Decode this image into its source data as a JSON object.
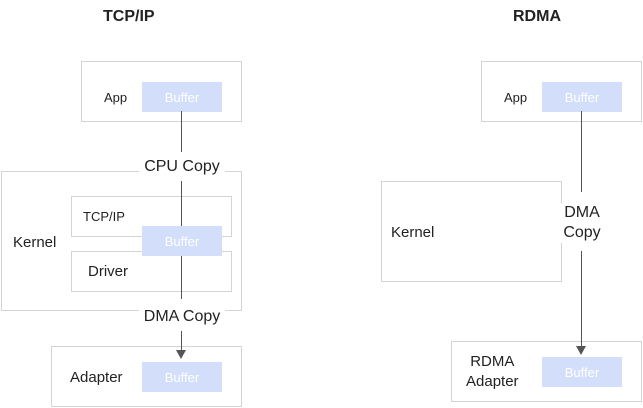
{
  "tcpip": {
    "title": "TCP/IP",
    "app": {
      "label": "App",
      "buffer": "Buffer"
    },
    "cpu_copy": "CPU Copy",
    "kernel": {
      "label": "Kernel",
      "tcpip_layer": "TCP/IP",
      "driver": "Driver",
      "buffer": "Buffer"
    },
    "dma_copy": "DMA Copy",
    "adapter": {
      "label": "Adapter",
      "buffer": "Buffer"
    }
  },
  "rdma": {
    "title": "RDMA",
    "app": {
      "label": "App",
      "buffer": "Buffer"
    },
    "kernel": {
      "label": "Kernel"
    },
    "dma_copy_line1": "DMA",
    "dma_copy_line2": "Copy",
    "adapter": {
      "label_line1": "RDMA",
      "label_line2": "Adapter",
      "buffer": "Buffer"
    }
  },
  "colors": {
    "buffer_fill": "#d2defa",
    "box_border": "#d4d4d4",
    "line": "#555555"
  }
}
